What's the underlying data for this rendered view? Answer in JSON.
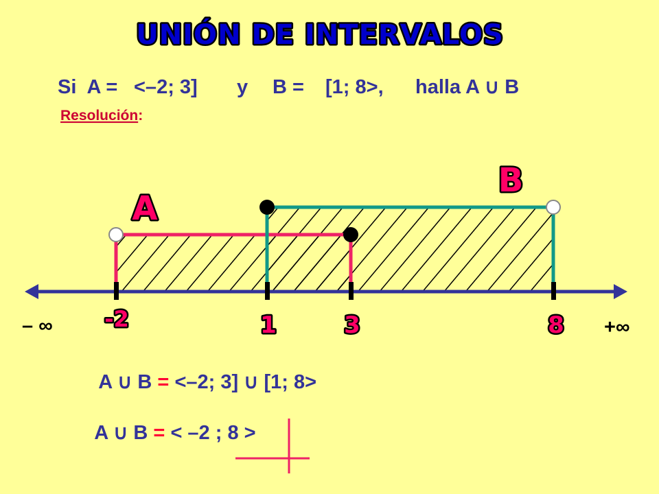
{
  "title": "UNIÓN DE INTERVALOS",
  "problem": {
    "prefix": "Si  A = ",
    "set_a": "<–2; 3]",
    "connector": "y",
    "set_b_label": "B = ",
    "set_b": "[1; 8>,",
    "question": "halla A ∪ B"
  },
  "resolution_label": "Resolución",
  "resolution_colon": ":",
  "number_line": {
    "neg_infinity": "– ∞",
    "pos_infinity": "+∞",
    "ticks": [
      {
        "label": "-2",
        "value": -2
      },
      {
        "label": "1",
        "value": 1
      },
      {
        "label": "3",
        "value": 3
      },
      {
        "label": "8",
        "value": 8
      }
    ]
  },
  "intervals": [
    {
      "name": "A",
      "start": -2,
      "end": 3,
      "start_closed": false,
      "end_closed": true,
      "color": "#ee2266"
    },
    {
      "name": "B",
      "start": 1,
      "end": 8,
      "start_closed": true,
      "end_closed": false,
      "color": "#119988"
    }
  ],
  "result_line_1": {
    "lhs": "A ∪ B",
    "eq": " = ",
    "rhs": "<–2; 3] ∪ [1; 8>"
  },
  "result_line_2": {
    "lhs": "A ∪ B",
    "eq": " = ",
    "rhs": "< –2 ; 8 >"
  },
  "colors": {
    "background": "#ffff99",
    "title_fill": "#0000cc",
    "label_fill": "#ff0066",
    "text_dark": "#333399",
    "resolution": "#cc0033",
    "axis": "#333399",
    "equals": "#ff0033"
  }
}
